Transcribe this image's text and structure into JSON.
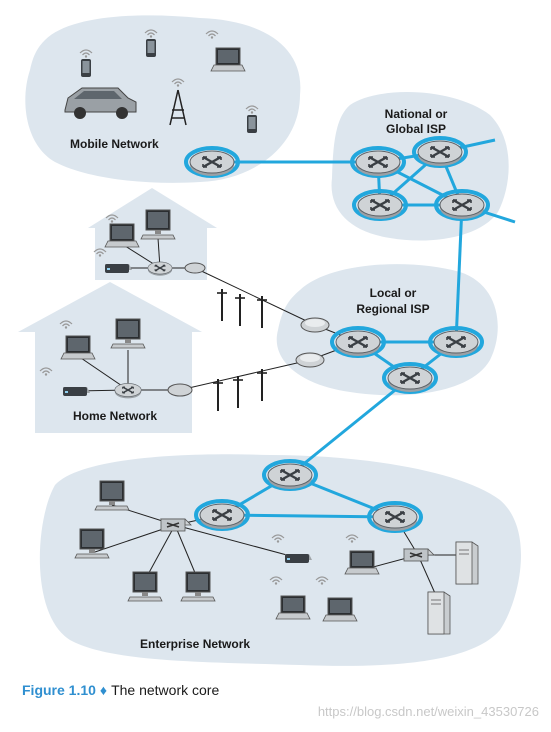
{
  "labels": {
    "mobile": "Mobile Network",
    "global_isp_line1": "National or",
    "global_isp_line2": "Global ISP",
    "regional_isp_line1": "Local or",
    "regional_isp_line2": "Regional ISP",
    "home": "Home Network",
    "enterprise": "Enterprise Network"
  },
  "caption": {
    "figure": "Figure 1.10",
    "separator": "♦",
    "text": "The network core"
  },
  "watermark": "https://blog.csdn.net/weixin_43530726",
  "colors": {
    "cloud": "#dde6ee",
    "link": "#22a7dd",
    "router": "#cfd3d6",
    "accent": "#2f8fd0"
  }
}
